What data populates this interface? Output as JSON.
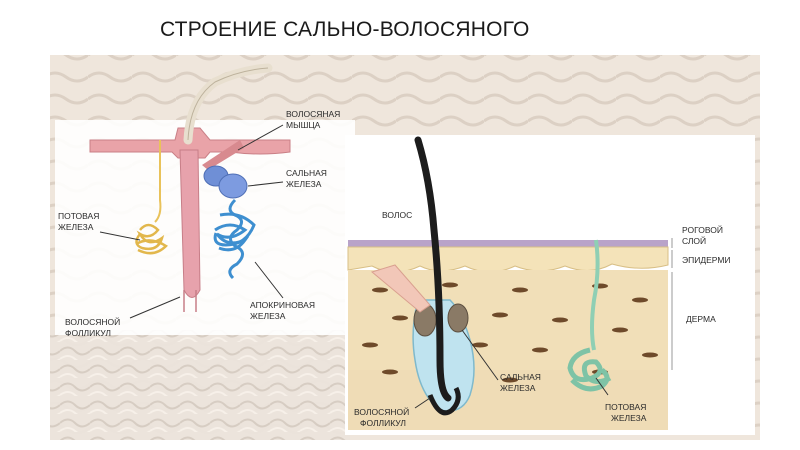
{
  "title": "СТРОЕНИЕ САЛЬНО-ВОЛОСЯНОГО",
  "left_panel": {
    "labels": {
      "muscle_1": "ВОЛОСЯНАЯ",
      "muscle_2": "МЫШЦА",
      "sebaceous_1": "САЛЬНАЯ",
      "sebaceous_2": "ЖЕЛЕЗА",
      "sweat_1": "ПОТОВАЯ",
      "sweat_2": "ЖЕЛЕЗА",
      "apocrine_1": "АПОКРИНОВАЯ",
      "apocrine_2": "ЖЕЛЕЗА",
      "follicle_1": "ВОЛОСЯНОЙ",
      "follicle_2": "ФОЛЛИКУЛ"
    }
  },
  "right_panel": {
    "labels": {
      "hair": "ВОЛОС",
      "stratum_1": "РОГОВОЙ",
      "stratum_2": "СЛОЙ",
      "epidermis": "ЭПИДЕРМИ",
      "dermis": "ДЕРМА",
      "sebaceous_1": "САЛЬНАЯ",
      "sebaceous_2": "ЖЕЛЕЗА",
      "sweat_1": "ПОТОВАЯ",
      "sweat_2": "ЖЕЛЕЗА",
      "follicle_1": "ВОЛОСЯНОЙ",
      "follicle_2": "ФОЛЛИКУЛ"
    }
  },
  "colors": {
    "skin_pink": "#e9a3a8",
    "sebaceous_blue": "#6f8fd6",
    "apocrine_blue": "#5fa8e0",
    "sweat_yellow": "#e9c25a",
    "hair_dark": "#1c1c1c",
    "dermis_cream": "#f1dfb8",
    "sweat_green": "#8fcfb4"
  }
}
